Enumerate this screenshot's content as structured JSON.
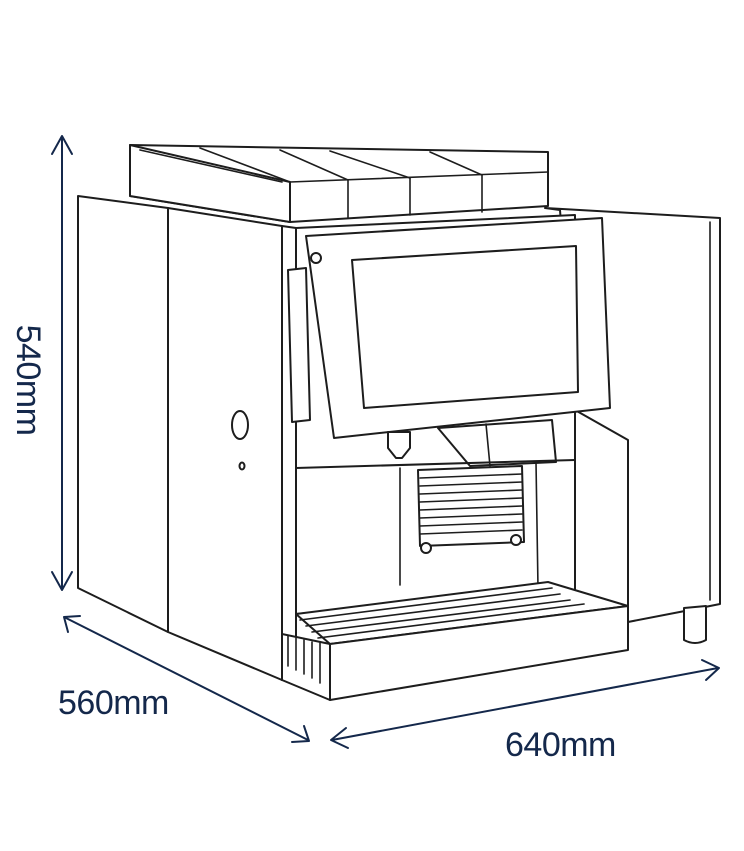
{
  "dimensions": {
    "height_label": "540mm",
    "depth_label": "560mm",
    "width_label": "640mm"
  },
  "colors": {
    "dimension": "#14284b",
    "outline": "#1d1d1d",
    "background": "#ffffff"
  }
}
